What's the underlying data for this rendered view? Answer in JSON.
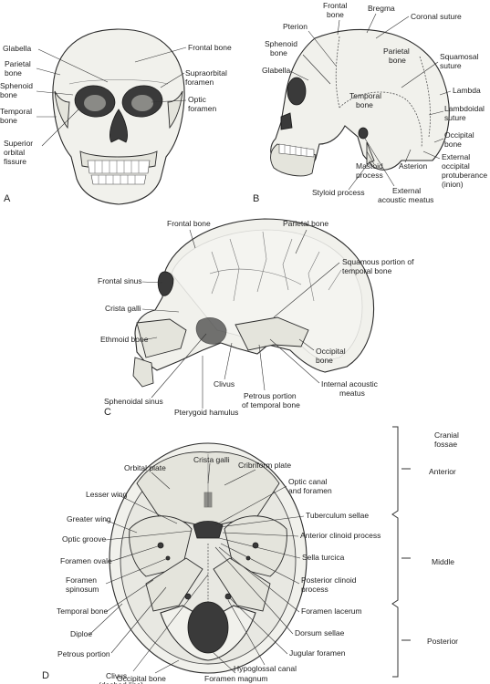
{
  "panels": {
    "a": "A",
    "b": "B",
    "c": "C",
    "d": "D"
  },
  "panel_a": {
    "frontal_bone": "Frontal bone",
    "glabella": "Glabella",
    "parietal_bone": "Parietal bone",
    "sphenoid_bone": "Sphenoid bone",
    "temporal_bone": "Temporal bone",
    "superior_orbital_fissure": "Superior orbital fissure",
    "supraorbital_foramen": "Supraorbital foramen",
    "optic_foramen": "Optic foramen"
  },
  "panel_b": {
    "frontal_bone": "Frontal bone",
    "bregma": "Bregma",
    "coronal_suture": "Coronal suture",
    "pterion": "Pterion",
    "sphenoid_bone": "Sphenoid bone",
    "glabella": "Glabella",
    "parietal_bone": "Parietal bone",
    "squamosal_suture": "Squamosal suture",
    "temporal_bone": "Temporal bone",
    "lambda": "Lambda",
    "lambdoidal_suture": "Lambdoidal suture",
    "occipital_bone": "Occipital bone",
    "external_occipital_protuberance": "External occipital protuberance (inion)",
    "mastoid_process": "Mastoid process",
    "asterion": "Asterion",
    "styloid_process": "Styloid process",
    "external_acoustic_meatus": "External acoustic meatus"
  },
  "panel_c": {
    "frontal_bone": "Frontal bone",
    "parietal_bone": "Parietal bone",
    "squamous_portion": "Squamous portion of temporal bone",
    "frontal_sinus": "Frontal sinus",
    "crista_galli": "Crista galli",
    "ethmoid_bone": "Ethmoid bone",
    "occipital_bone": "Occipital bone",
    "internal_acoustic_meatus": "Internal acoustic meatus",
    "sphenoidal_sinus": "Sphenoidal sinus",
    "clivus": "Clivus",
    "petrous_portion": "Petrous portion of temporal bone",
    "pterygoid_hamulus": "Pterygoid hamulus"
  },
  "panel_d": {
    "orbital_plate": "Orbital plate",
    "crista_galli": "Crista galli",
    "cribriform_plate": "Cribriform plate",
    "lesser_wing": "Lesser wing",
    "optic_canal": "Optic canal and foramen",
    "greater_wing": "Greater wing",
    "tuberculum_sellae": "Tuberculum sellae",
    "optic_groove": "Optic groove",
    "anterior_clinoid": "Anterior clinoid process",
    "foramen_ovale": "Foramen ovale",
    "sella_turcica": "Sella turcica",
    "foramen_spinosum": "Foramen spinosum",
    "posterior_clinoid": "Posterior clinoid process",
    "temporal_bone": "Temporal bone",
    "foramen_lacerum": "Foramen lacerum",
    "diploe": "Diploe",
    "dorsum_sellae": "Dorsum sellae",
    "petrous_portion": "Petrous portion",
    "jugular_foramen": "Jugular foramen",
    "clivus": "Clivus (dashed line)",
    "hypoglossal_canal": "Hypoglossal canal",
    "occipital_bone": "Occipital bone",
    "foramen_magnum": "Foramen magnum",
    "cranial_fossae": "Cranial fossae",
    "anterior": "Anterior",
    "middle": "Middle",
    "posterior": "Posterior"
  }
}
